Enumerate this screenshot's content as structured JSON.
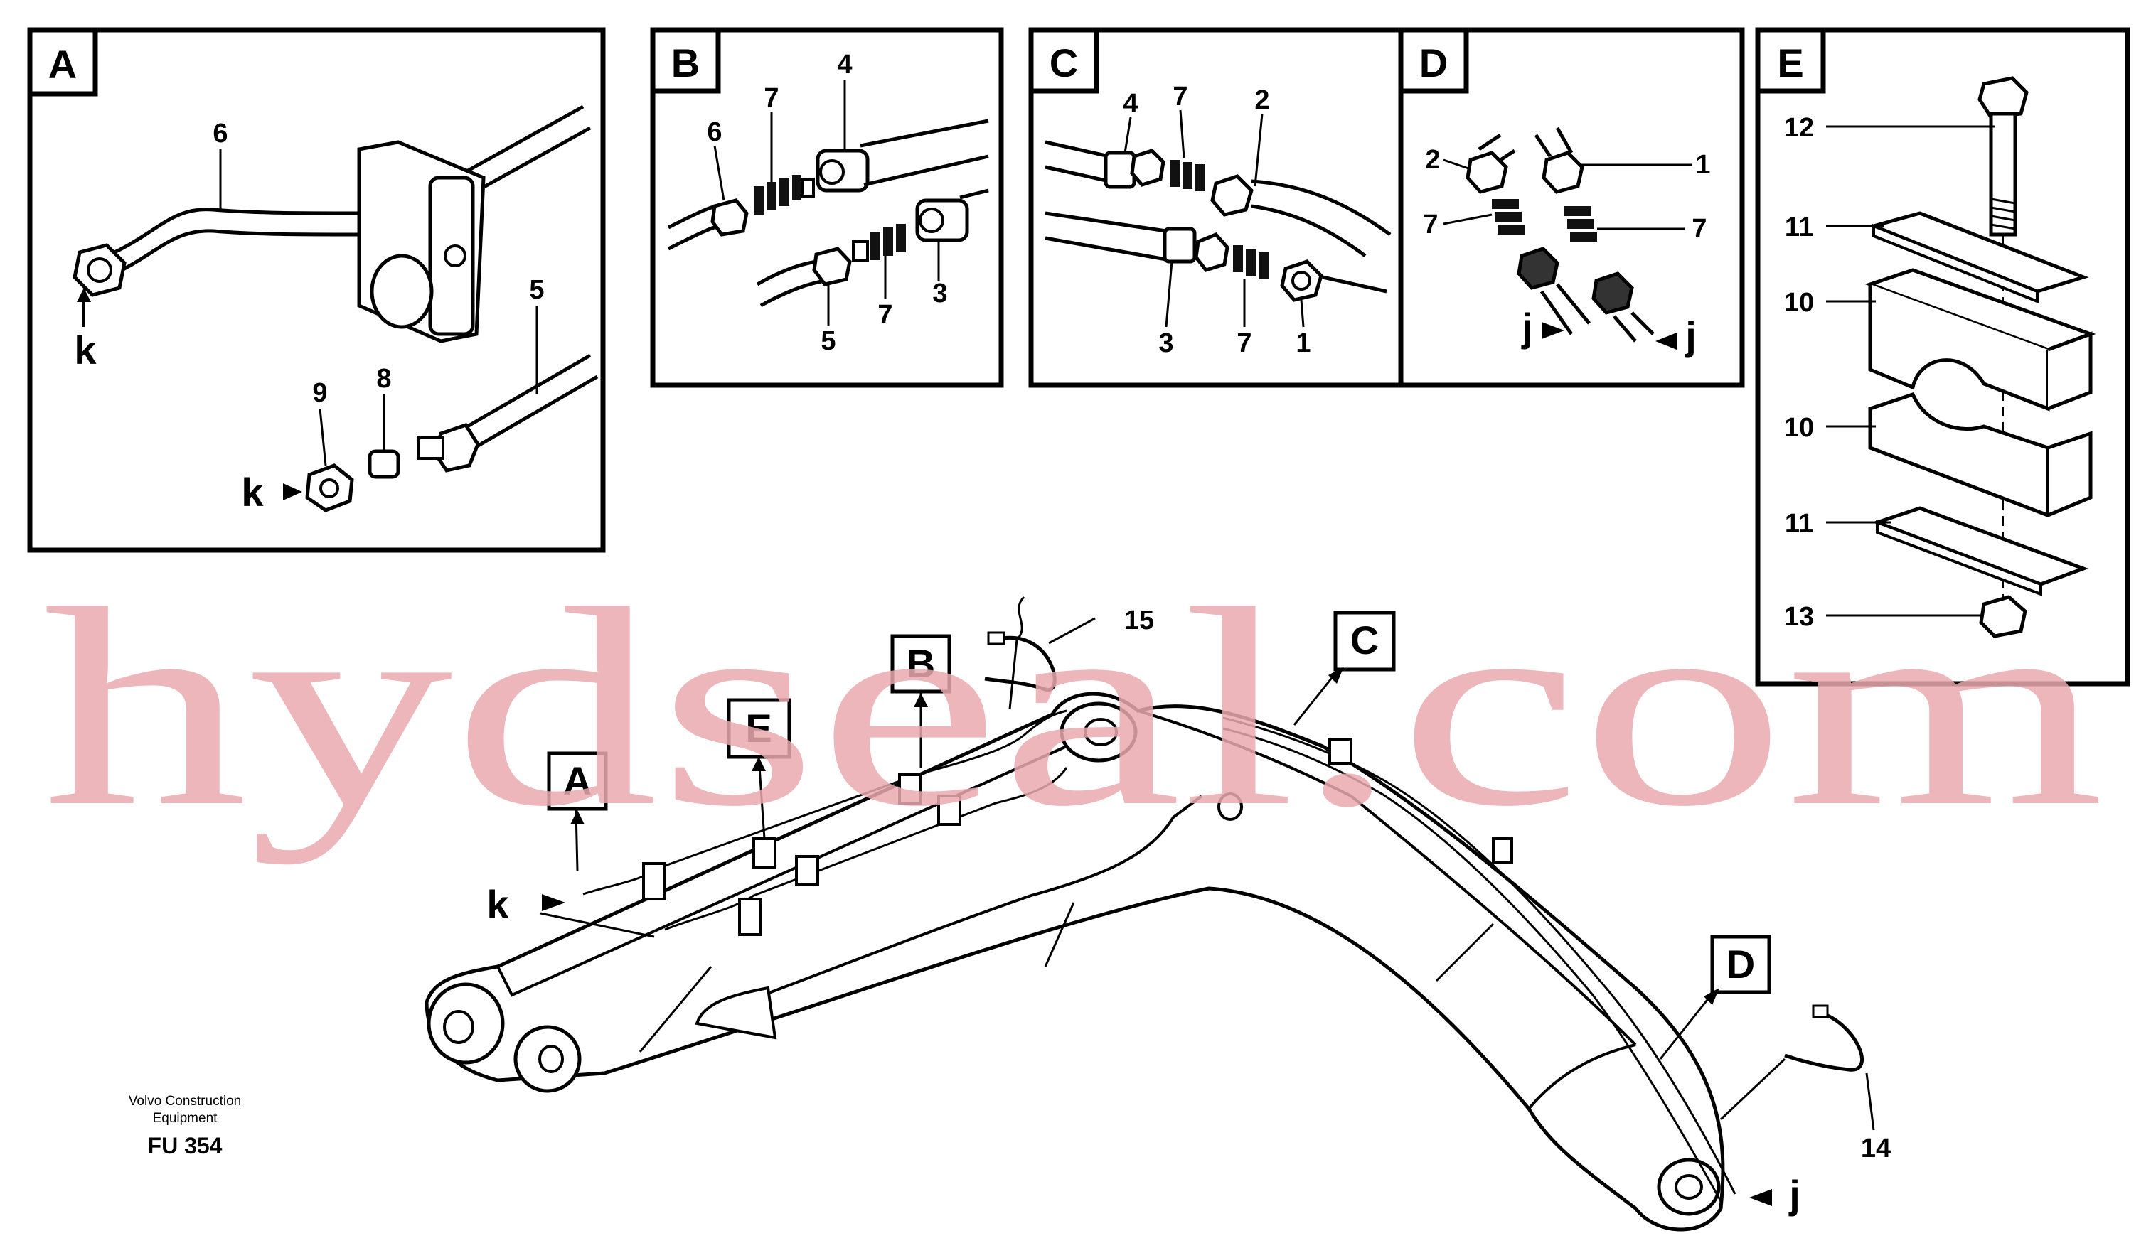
{
  "panels": [
    {
      "letter": "A",
      "labels": [
        "6",
        "5",
        "9",
        "8",
        "k",
        "k"
      ]
    },
    {
      "letter": "B",
      "labels": [
        "4",
        "7",
        "6",
        "3",
        "7",
        "5"
      ]
    },
    {
      "letter": "C",
      "labels": [
        "4",
        "7",
        "2",
        "3",
        "7",
        "1"
      ]
    },
    {
      "letter": "D",
      "labels": [
        "2",
        "1",
        "7",
        "7",
        "j",
        "j"
      ]
    },
    {
      "letter": "E",
      "labels": [
        "12",
        "11",
        "10",
        "10",
        "11",
        "13"
      ]
    }
  ],
  "main": {
    "callouts": [
      "A",
      "B",
      "C",
      "D",
      "E"
    ],
    "parts": [
      "15",
      "14"
    ],
    "markers": [
      "k",
      "j"
    ]
  },
  "watermark": "hydseal.com",
  "footer": {
    "company_line1": "Volvo Construction",
    "company_line2": "Equipment",
    "code": "FU 354"
  }
}
